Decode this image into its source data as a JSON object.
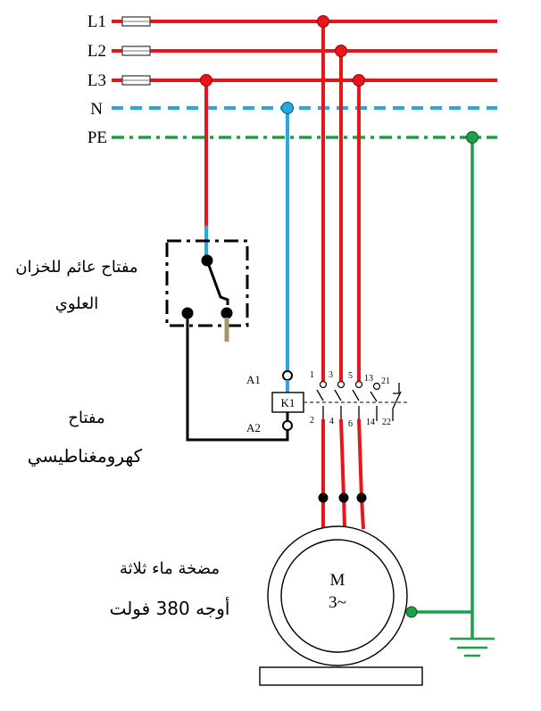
{
  "buses": [
    {
      "label": "L1"
    },
    {
      "label": "L2"
    },
    {
      "label": "L3"
    },
    {
      "label": "N"
    },
    {
      "label": "PE"
    }
  ],
  "float_switch": {
    "label_line1": "مفتاح عائم للخزان",
    "label_line2": "العلوي"
  },
  "contactor": {
    "label_line1": "مفتاح",
    "label_line2": "كهرومغناطيسي",
    "coil": "K1",
    "coil_terminals": [
      "A1",
      "A2"
    ],
    "contacts_top": [
      "1",
      "3",
      "5",
      "13",
      "21"
    ],
    "contacts_bottom": [
      "2",
      "4",
      "6",
      "14",
      "22"
    ]
  },
  "motor": {
    "symbol": "M",
    "phase": "3~",
    "label_line1": "مضخة ماء ثلاثة",
    "label_line2": "أوجه 380 فولت"
  },
  "colors": {
    "phase": "#e8151b",
    "neutral": "#2aa7df",
    "earth": "#1e9e48",
    "control": "#000000",
    "actuator": "#a8946a"
  }
}
